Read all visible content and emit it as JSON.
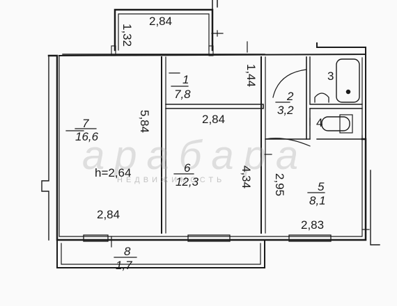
{
  "watermark": {
    "logo_text": "арабара",
    "caption": "НЕДВИЖИМОСТЬ"
  },
  "rooms": [
    {
      "id": "1",
      "number": "1",
      "area": "7,8"
    },
    {
      "id": "2",
      "number": "2",
      "area": "3,2"
    },
    {
      "id": "3",
      "number": "3",
      "area": ""
    },
    {
      "id": "4",
      "number": "4",
      "area": ""
    },
    {
      "id": "5",
      "number": "5",
      "area": "8,1"
    },
    {
      "id": "6",
      "number": "6",
      "area": "12,3"
    },
    {
      "id": "7",
      "number": "7",
      "area": "16,6"
    },
    {
      "id": "8",
      "number": "8",
      "area": "1,7"
    }
  ],
  "dimensions": {
    "balcony_top_width": "2,84",
    "balcony_top_depth": "1,32",
    "room1_depth": "1,44",
    "room7_length": "5,84",
    "room6_width": "2,84",
    "room6_depth": "4,34",
    "room5_depth": "2,95",
    "room7_width": "2,84",
    "room5_width": "2,83",
    "ceiling_height": "h=2,64"
  }
}
